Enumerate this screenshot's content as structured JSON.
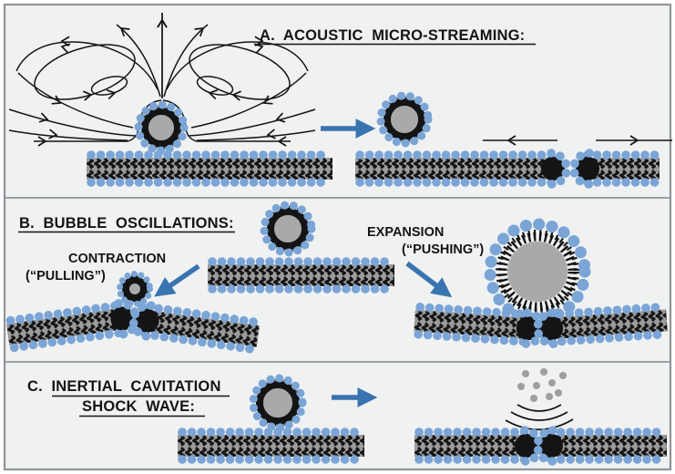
{
  "labels": {
    "panel_a_title": "A.  ACOUSTIC  MICRO-STREAMING:",
    "panel_b_title": "B.  BUBBLE  OSCILLATIONS:",
    "contraction_line1": "CONTRACTION",
    "contraction_line2": "(“PULLING”)",
    "expansion_line1": "EXPANSION",
    "expansion_line2": "(“PUSHING”)",
    "panel_c_title_line1": "C.  INERTIAL  CAVITATION",
    "panel_c_title_line2": "SHOCK  WAVE:"
  },
  "colors": {
    "bg": "#f0f1f1",
    "ink": "#141414",
    "frame_gray": "#8f959a",
    "head_blue": "#7aa5d6",
    "arrow_blue": "#3a74b0",
    "membrane_gray": "#9b9b9b",
    "bubble_gray": "#a9a9a9",
    "fragment_gray": "#9f9f9f"
  }
}
